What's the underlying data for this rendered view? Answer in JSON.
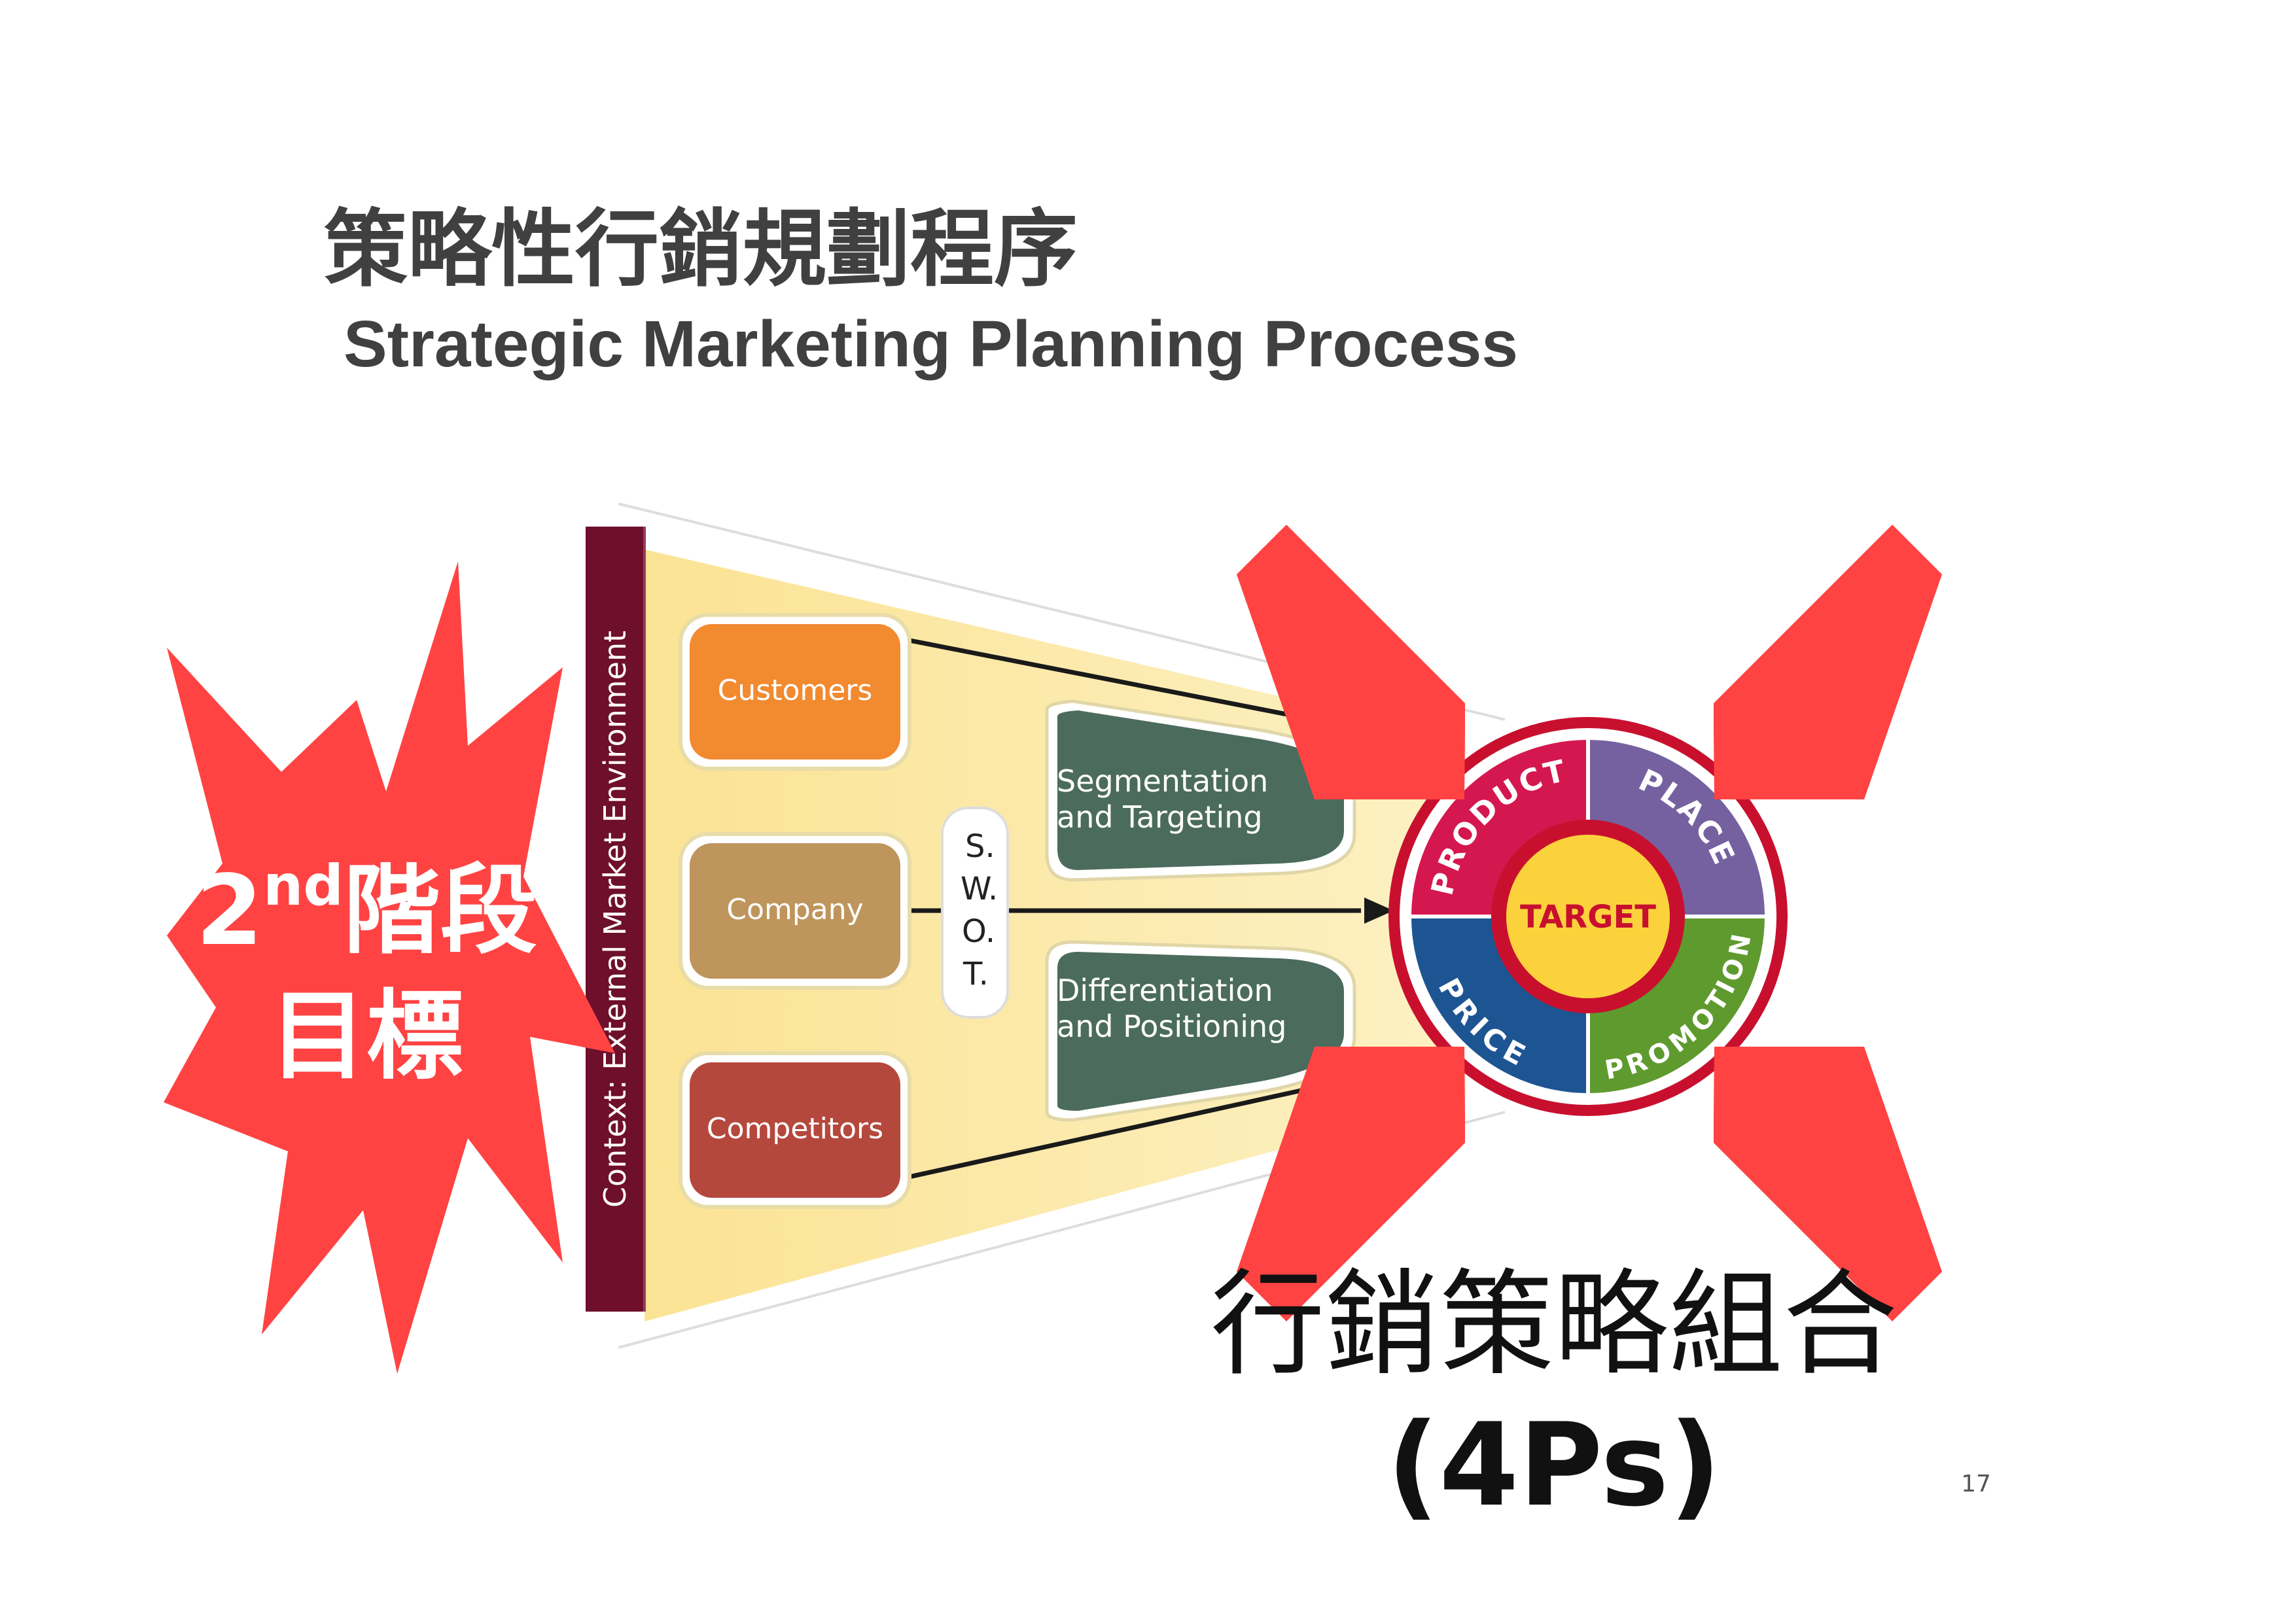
{
  "slide": {
    "title_zh": "策略性行銷規劃程序",
    "title_en": "Strategic Marketing Planning Process",
    "page_number": "17"
  },
  "burst": {
    "line1_prefix": "2",
    "line1_sup": "nd",
    "line1_suffix": "階段",
    "line2": "目標"
  },
  "diagram": {
    "context_label": "Context: External Market Environment",
    "boxes": [
      {
        "label": "Customers",
        "color": "#F28A30"
      },
      {
        "label": "Company",
        "color": "#BE955C"
      },
      {
        "label": "Competitors",
        "color": "#B5483D"
      }
    ],
    "swot": [
      "S.",
      "W.",
      "O.",
      "T."
    ],
    "segments": [
      {
        "line1": "Segmentation",
        "line2": "and Targeting"
      },
      {
        "line1": "Differentiation",
        "line2": "and Positioning"
      }
    ],
    "wheel": {
      "center": "TARGET",
      "quadrants": [
        {
          "label": "PRODUCT",
          "color": "#D5174F"
        },
        {
          "label": "PLACE",
          "color": "#7561A0"
        },
        {
          "label": "PROMOTION",
          "color": "#5F9A2E"
        },
        {
          "label": "PRICE",
          "color": "#1D5592"
        }
      ]
    }
  },
  "caption": {
    "line1": "行銷策略組合",
    "line2": "(4Ps)"
  },
  "colors": {
    "arrow": "#FF4343",
    "funnel": "#FBE79B",
    "context_bar": "#6E0F2C",
    "segment_box": "#4B6B5D",
    "wheel_ring": "#C8102E",
    "title_text": "#404040"
  }
}
